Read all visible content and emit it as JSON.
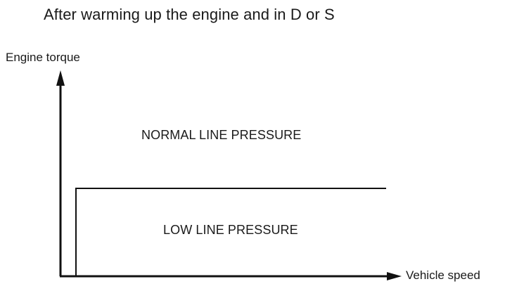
{
  "title": "After warming up the engine and in D or S",
  "axes": {
    "y_label": "Engine torque",
    "x_label": "Vehicle speed"
  },
  "regions": {
    "normal": "NORMAL LINE PRESSURE",
    "low": "LOW LINE PRESSURE"
  },
  "colors": {
    "line": "#111111",
    "text": "#1a1a1a"
  }
}
